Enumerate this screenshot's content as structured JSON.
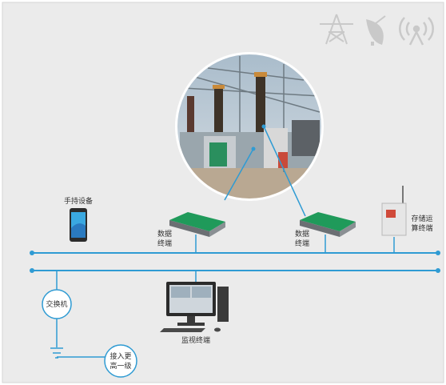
{
  "colors": {
    "background": "#ebebeb",
    "bus_line": "#2f9bd3",
    "icon_gray": "#c9c9c9",
    "terminal_green": "#1f9a5a"
  },
  "header_icons": [
    {
      "icon": "transmission-tower-icon"
    },
    {
      "icon": "satellite-dish-icon"
    },
    {
      "icon": "wireless-signal-icon"
    }
  ],
  "nodes": {
    "handheld": {
      "label": "手持设备"
    },
    "data_terminal_1": {
      "line1": "数据",
      "line2": "终端"
    },
    "data_terminal_2": {
      "line1": "数据",
      "line2": "终端"
    },
    "storage": {
      "line1": "存储运",
      "line2": "算终端"
    },
    "monitor": {
      "label": "监视终端"
    },
    "switch": {
      "label": "交换机"
    },
    "uplink": {
      "line1": "接入更",
      "line2": "高一级"
    }
  }
}
